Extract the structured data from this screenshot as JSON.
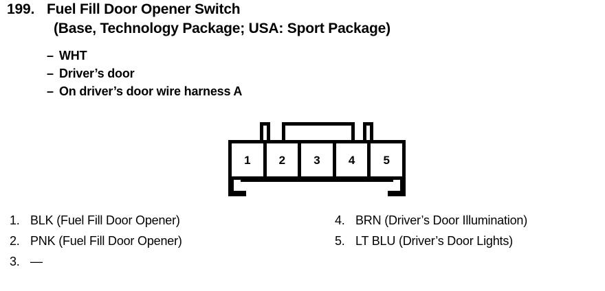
{
  "header": {
    "item_number": "199.",
    "title_line1": "Fuel Fill Door Opener Switch",
    "title_line2": "(Base, Technology Package; USA: Sport Package)"
  },
  "spec_list": {
    "dash": "–",
    "items": [
      {
        "label": "WHT"
      },
      {
        "label": "Driver’s door"
      },
      {
        "label": "On driver’s door wire harness A"
      }
    ]
  },
  "connector": {
    "name": "5-pin connector face view",
    "cavities": [
      {
        "number": "1"
      },
      {
        "number": "2"
      },
      {
        "number": "3"
      },
      {
        "number": "4"
      },
      {
        "number": "5"
      }
    ],
    "latch_label": "",
    "tab_left_label": "",
    "tab_right_label": "",
    "line_color": "#000000",
    "fill_color": "#ffffff"
  },
  "legend": {
    "left_column": [
      {
        "index": "1.",
        "text": "BLK (Fuel Fill Door Opener)"
      },
      {
        "index": "2.",
        "text": "PNK (Fuel Fill Door Opener)"
      },
      {
        "index": "3.",
        "text": "—"
      }
    ],
    "right_column": [
      {
        "index": "4.",
        "text": "BRN (Driver’s Door Illumination)"
      },
      {
        "index": "5.",
        "text": "LT BLU (Driver’s Door Lights)"
      }
    ]
  }
}
